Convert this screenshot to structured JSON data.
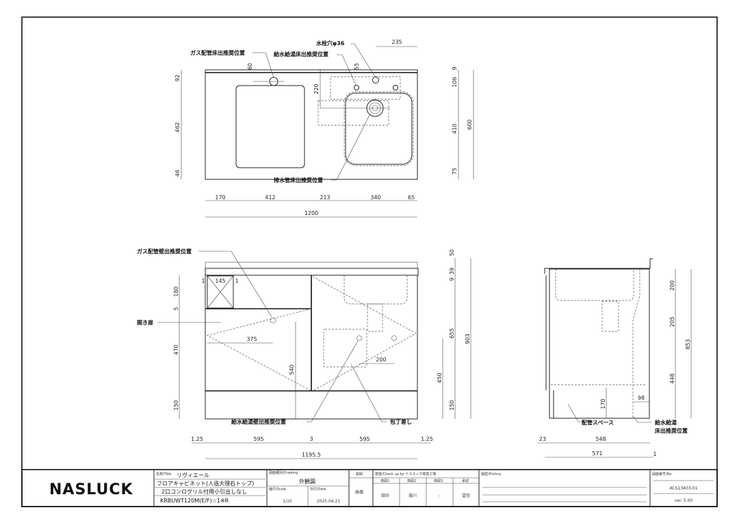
{
  "top_view": {
    "labels": [
      "ガス配管床出推奨位置",
      "給水給湯床出推奨位置",
      "水栓穴φ36",
      "排水管床出推奨位置"
    ],
    "dims": [
      "60",
      "55",
      "235",
      "220",
      "92",
      "462",
      "46",
      "9",
      "106",
      "410",
      "75",
      "600",
      "170",
      "412",
      "213",
      "340",
      "65",
      "1200"
    ]
  },
  "front_view": {
    "labels": [
      "ガス配管壁出推奨位置",
      "開き扉",
      "給水給湯壁出推奨位置",
      "包丁差し"
    ],
    "dims": [
      "1",
      "145",
      "1",
      "180",
      "5",
      "470",
      "150",
      "375",
      "540",
      "200",
      "50",
      "39",
      "9",
      "655",
      "903",
      "450",
      "150",
      "1.25",
      "595",
      "3",
      "595",
      "1.25",
      "1195.5"
    ]
  },
  "side_view": {
    "labels": [
      "配管スペース",
      "給水給湯",
      "床出推奨位置"
    ],
    "dims": [
      "200",
      "205",
      "448",
      "853",
      "170",
      "98",
      "23",
      "548",
      "571",
      "1"
    ]
  },
  "title_block": {
    "logo": "NASLUCK",
    "title_label": "名称/Title",
    "title_lines": [
      "リヴィエール",
      "フロアキャビネット(人造大理石トップ)",
      "2口コンログリル付用小引出しなし",
      "KRBUWT120M(E/F)☆1※R"
    ],
    "drawing_label": "図面種別/Drawing",
    "drawing_value": "外観図",
    "scale_label": "縮尺/Scale",
    "scale_value": "1/10",
    "date_label": "日付/Date",
    "date_value": "2025.04.21",
    "draft_label": "製図",
    "draft_value": "高橋",
    "check_label": "検査/Check up by ナスラック検査工場",
    "check_headers": [
      "検図1",
      "検図2",
      "検図3",
      "承認"
    ],
    "check_values": [
      "田中",
      "堀川",
      "-",
      "望月"
    ],
    "history_label": "履歴/History",
    "no_label": "図面番号/No.",
    "no_value": "ACS13403-01",
    "version": "ver. 5.00"
  }
}
